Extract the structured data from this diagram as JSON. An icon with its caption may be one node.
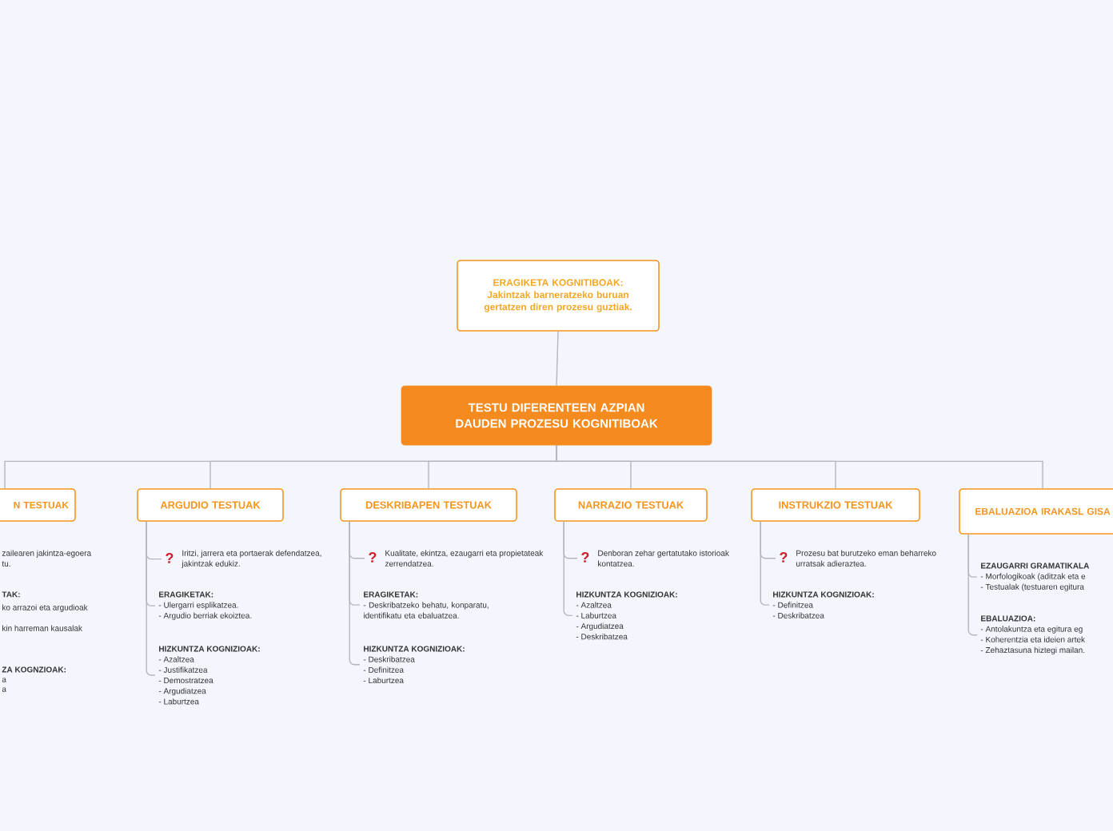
{
  "diagram": {
    "nodes": [
      {
        "text": [
          "ERAGIKETA KOGNITIBOAK: Jakintzak barneratzeko buruan gertatzen diren prozesu guztiak."
        ]
      },
      {
        "text": [
          "TESTU DIFERENTEEN AZPIAN DAUDEN PROZESU KOGNITIBOAK"
        ]
      },
      {
        "text": [
          "N TESTUAK"
        ]
      },
      {
        "text": [
          "ARGUDIO TESTUAK"
        ]
      },
      {
        "text": [
          "DESKRIBAPEN TESTUAK"
        ]
      },
      {
        "text": [
          "NARRAZIO TESTUAK"
        ]
      },
      {
        "text": [
          "INSTRUKZIO TESTUAK"
        ]
      },
      {
        "text": [
          "EBALUAZIOA IRAKASL GISA"
        ]
      },
      {
        "text": [
          "?",
          "Iritzi, jarrera eta portaerak defendatzea, jakintzak edukiz."
        ]
      },
      {
        "text": [
          "ERAGIKETAK:",
          "- Ulergarri esplikatzea.",
          "- Argudio berriak ekoiztea."
        ]
      },
      {
        "text": [
          "HIZKUNTZA KOGNIZIOAK:",
          "- Azaltzea",
          "- Justifikatzea",
          "- Demostratzea",
          "- Argudiatzea",
          "- Laburtzea"
        ]
      },
      {
        "text": [
          "?",
          "Kualitate, ekintza, ezaugarri eta propietateak zerrendatzea."
        ]
      },
      {
        "text": [
          "ERAGIKETAK:",
          "- Deskribatzeko behatu, konparatu, identifikatu eta ebaluatzea."
        ]
      },
      {
        "text": [
          "HIZKUNTZA KOGNIZIOAK:",
          "- Deskribatzea",
          "- Definitzea",
          "- Laburtzea"
        ]
      },
      {
        "text": [
          "?",
          "Denboran zehar gertatutako istorioak kontatzea."
        ]
      },
      {
        "text": [
          "HIZKUNTZA KOGNIZIOAK:",
          "- Azaltzea",
          "- Laburtzea",
          "- Argudiatzea",
          "- Deskribatzea"
        ]
      },
      {
        "text": [
          "?",
          "Prozesu bat burutzeko eman beharreko urratsak adieraztea."
        ]
      },
      {
        "text": [
          "HIZKUNTZA KOGNIZIOAK:",
          "- Definitzea",
          "- Deskribatzea"
        ]
      },
      {
        "text": [
          "EZAUGARRI GRAMATIKALA",
          "- Morfologikoak (aditzak eta e",
          "- Testualak (testuaren egitura"
        ]
      },
      {
        "text": [
          "EBALUAZIOA:",
          "- Antolakuntza eta egitura eg",
          "- Koherentzia eta ideien artek",
          "- Zehaztasuna hiztegi mailan."
        ]
      }
    ],
    "edges": [
      {
        "from": 0,
        "to": 1,
        "arrow": "none"
      },
      {
        "from": 1,
        "to": 2,
        "arrow": "none"
      },
      {
        "from": 1,
        "to": 3,
        "arrow": "none"
      },
      {
        "from": 1,
        "to": 4,
        "arrow": "none"
      },
      {
        "from": 1,
        "to": 5,
        "arrow": "none"
      },
      {
        "from": 1,
        "to": 6,
        "arrow": "none"
      },
      {
        "from": 1,
        "to": 7,
        "arrow": "none"
      },
      {
        "from": 3,
        "to": 8,
        "arrow": "none"
      },
      {
        "from": 3,
        "to": 9,
        "arrow": "none"
      },
      {
        "from": 3,
        "to": 10,
        "arrow": "none"
      },
      {
        "from": 4,
        "to": 11,
        "arrow": "none"
      },
      {
        "from": 4,
        "to": 12,
        "arrow": "none"
      },
      {
        "from": 4,
        "to": 13,
        "arrow": "none"
      },
      {
        "from": 5,
        "to": 14,
        "arrow": "none"
      },
      {
        "from": 5,
        "to": 15,
        "arrow": "none"
      },
      {
        "from": 6,
        "to": 16,
        "arrow": "none"
      },
      {
        "from": 6,
        "to": 17,
        "arrow": "none"
      },
      {
        "from": 7,
        "to": 18,
        "arrow": "none"
      },
      {
        "from": 7,
        "to": 19,
        "arrow": "none"
      }
    ],
    "labels": [
      "zailearen jakintza-egoera",
      "tu.",
      "TAK:",
      "ko arrazoi eta argudioak",
      "kin harreman kausalak",
      "ZA KOGNZIOAK:",
      "a",
      "a"
    ]
  }
}
